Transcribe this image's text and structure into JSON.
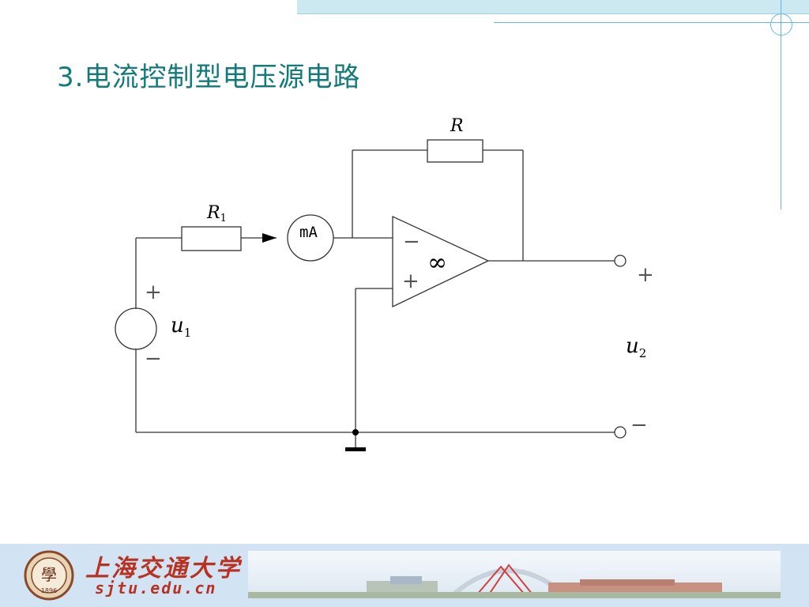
{
  "slide": {
    "title": "3.电流控制型电压源电路"
  },
  "circuit": {
    "feedback_resistor_label": "R",
    "input_resistor_label": "R",
    "input_resistor_subscript": "1",
    "ammeter_label": "mA",
    "source_plus": "+",
    "source_minus": "−",
    "source_label": "u",
    "source_subscript": "1",
    "opamp_inverting": "−",
    "opamp_noninverting": "+",
    "opamp_gain_symbol": "∞",
    "output_plus": "+",
    "output_minus": "−",
    "output_label": "u",
    "output_subscript": "2"
  },
  "footer": {
    "logo_name": "上海交通大学",
    "logo_url": "sjtu.edu.cn",
    "seal_year": "1896",
    "seal_char": "學"
  },
  "colors": {
    "title": "#137a7a",
    "wire": "#333333",
    "accent_line": "#66b8e0",
    "footer_bg": "#d2e3f4",
    "logo": "#b83222"
  }
}
